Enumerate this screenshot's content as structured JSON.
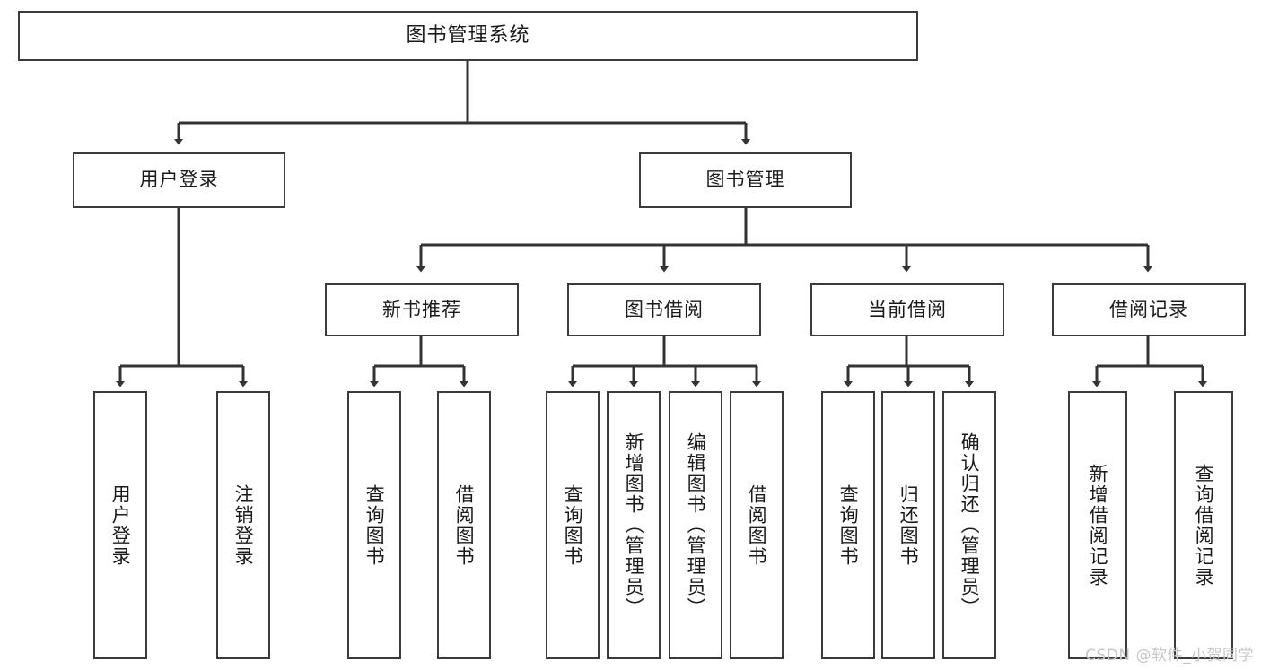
{
  "diagram": {
    "type": "tree-hierarchy",
    "title": "图书管理系统",
    "watermark": "CSDN @软件_小贺同学",
    "colors": {
      "box_border": "#3b3b3b",
      "box_fill": "#ffffff",
      "connector": "#333333",
      "background": "#ffffff",
      "watermark": "#c6c6c6"
    },
    "levels": {
      "level1": [
        {
          "id": "root",
          "label": "图书管理系统"
        }
      ],
      "level2": [
        {
          "id": "user-login",
          "label": "用户登录",
          "parent": "root"
        },
        {
          "id": "book-management",
          "label": "图书管理",
          "parent": "root"
        }
      ],
      "level3": [
        {
          "id": "new-book-recommend",
          "label": "新书推荐",
          "parent": "book-management"
        },
        {
          "id": "book-borrow",
          "label": "图书借阅",
          "parent": "book-management"
        },
        {
          "id": "current-borrow",
          "label": "当前借阅",
          "parent": "book-management"
        },
        {
          "id": "borrow-record",
          "label": "借阅记录",
          "parent": "book-management"
        }
      ],
      "level4": [
        {
          "id": "leaf-user-login",
          "label": "用户登录",
          "parent": "user-login"
        },
        {
          "id": "leaf-logout-login",
          "label": "注销登录",
          "parent": "user-login"
        },
        {
          "id": "leaf-query-book-1",
          "label": "查询图书",
          "parent": "new-book-recommend"
        },
        {
          "id": "leaf-borrow-book-1",
          "label": "借阅图书",
          "parent": "new-book-recommend"
        },
        {
          "id": "leaf-query-book-2",
          "label": "查询图书",
          "parent": "book-borrow"
        },
        {
          "id": "leaf-add-book",
          "label": "新增图书（管理员）",
          "parent": "book-borrow"
        },
        {
          "id": "leaf-edit-book",
          "label": "编辑图书（管理员）",
          "parent": "book-borrow"
        },
        {
          "id": "leaf-borrow-book-2",
          "label": "借阅图书",
          "parent": "book-borrow"
        },
        {
          "id": "leaf-query-book-3",
          "label": "查询图书",
          "parent": "current-borrow"
        },
        {
          "id": "leaf-return-book",
          "label": "归还图书",
          "parent": "current-borrow"
        },
        {
          "id": "leaf-confirm-return",
          "label": "确认归还（管理员）",
          "parent": "current-borrow"
        },
        {
          "id": "leaf-add-record",
          "label": "新增借阅记录",
          "parent": "borrow-record"
        },
        {
          "id": "leaf-query-record",
          "label": "查询借阅记录",
          "parent": "borrow-record"
        }
      ]
    }
  }
}
